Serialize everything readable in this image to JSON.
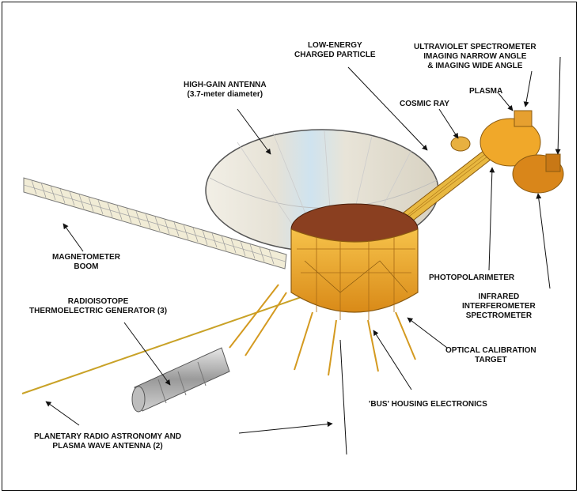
{
  "diagram": {
    "labels": {
      "low_energy_1": "LOW-ENERGY",
      "low_energy_2": "CHARGED PARTICLE",
      "uv_1": "ULTRAVIOLET SPECTROMETER",
      "uv_2": "IMAGING NARROW ANGLE",
      "uv_3": "& IMAGING WIDE ANGLE",
      "plasma": "PLASMA",
      "cosmic_ray": "COSMIC RAY",
      "hga_1": "HIGH-GAIN ANTENNA",
      "hga_2": "(3.7-meter diameter)",
      "mag_1": "MAGNETOMETER",
      "mag_2": "BOOM",
      "rtg_1": "RADIOISOTOPE",
      "rtg_2": "THERMOELECTRIC GENERATOR (3)",
      "photopol": "PHOTOPOLARIMETER",
      "iris_1": "INFRARED",
      "iris_2": "INTERFEROMETER",
      "iris_3": "SPECTROMETER",
      "optcal_1": "OPTICAL CALIBRATION",
      "optcal_2": "TARGET",
      "bus": "'BUS' HOUSING ELECTRONICS",
      "pra_1": "PLANETARY RADIO ASTRONOMY AND",
      "pra_2": "PLASMA WAVE ANTENNA (2)"
    }
  }
}
